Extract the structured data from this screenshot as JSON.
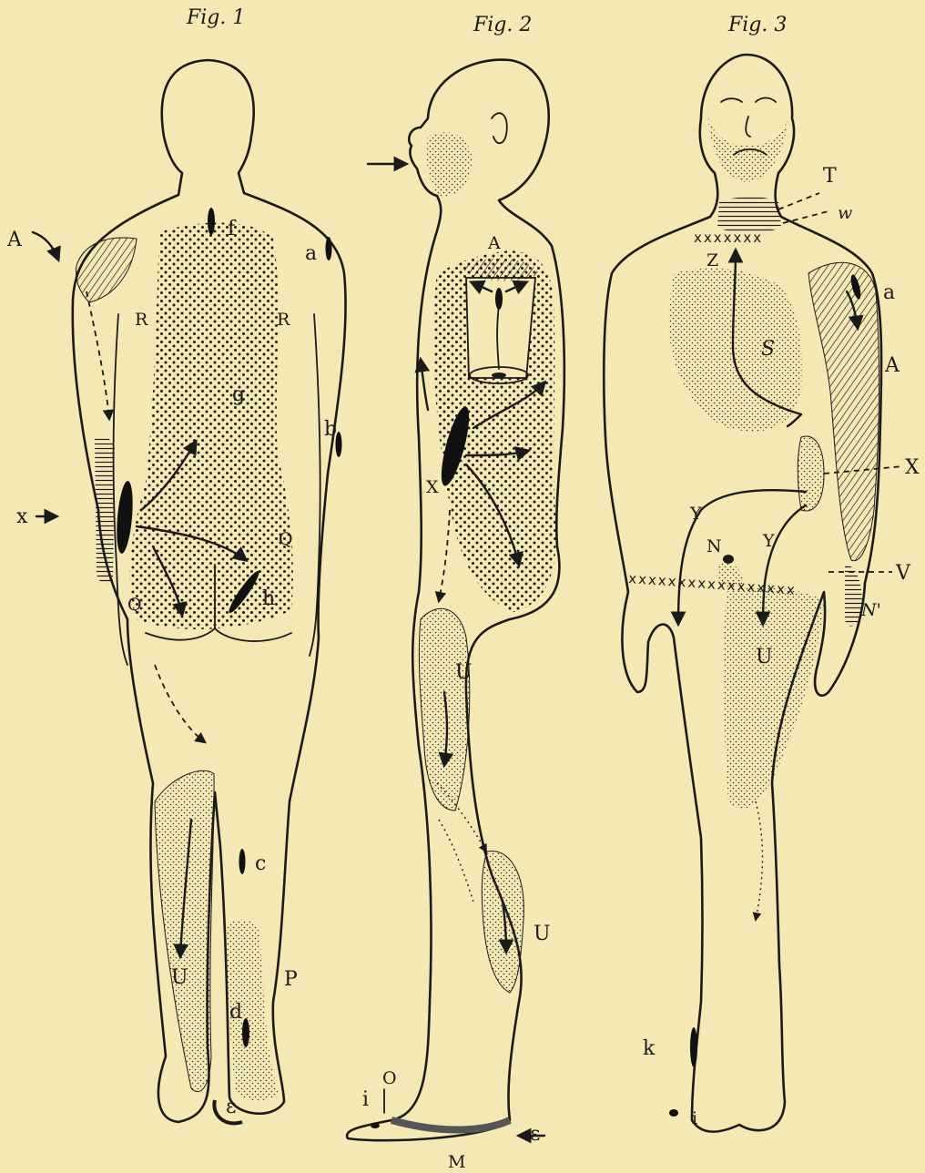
{
  "figures": {
    "fig1": {
      "title": "Fig. 1",
      "labels": [
        "A",
        "f",
        "a",
        "R",
        "R",
        "g",
        "b",
        "x",
        "Q",
        "Q",
        "h",
        "c",
        "U",
        "P",
        "d",
        "ε"
      ]
    },
    "fig2": {
      "title": "Fig. 2",
      "labels": [
        "A",
        "X",
        "U",
        "U",
        "i",
        "O",
        "M",
        "ε"
      ]
    },
    "fig3": {
      "title": "Fig. 3",
      "labels": [
        "T",
        "w",
        "Z",
        "a",
        "S",
        "A",
        "X",
        "Y",
        "Y",
        "N",
        "V",
        "N'",
        "U",
        "k",
        "i"
      ],
      "crosses_upper": "xxxxxxx",
      "crosses_lower": "xxxxxxxxxxxxxxxxx"
    }
  }
}
